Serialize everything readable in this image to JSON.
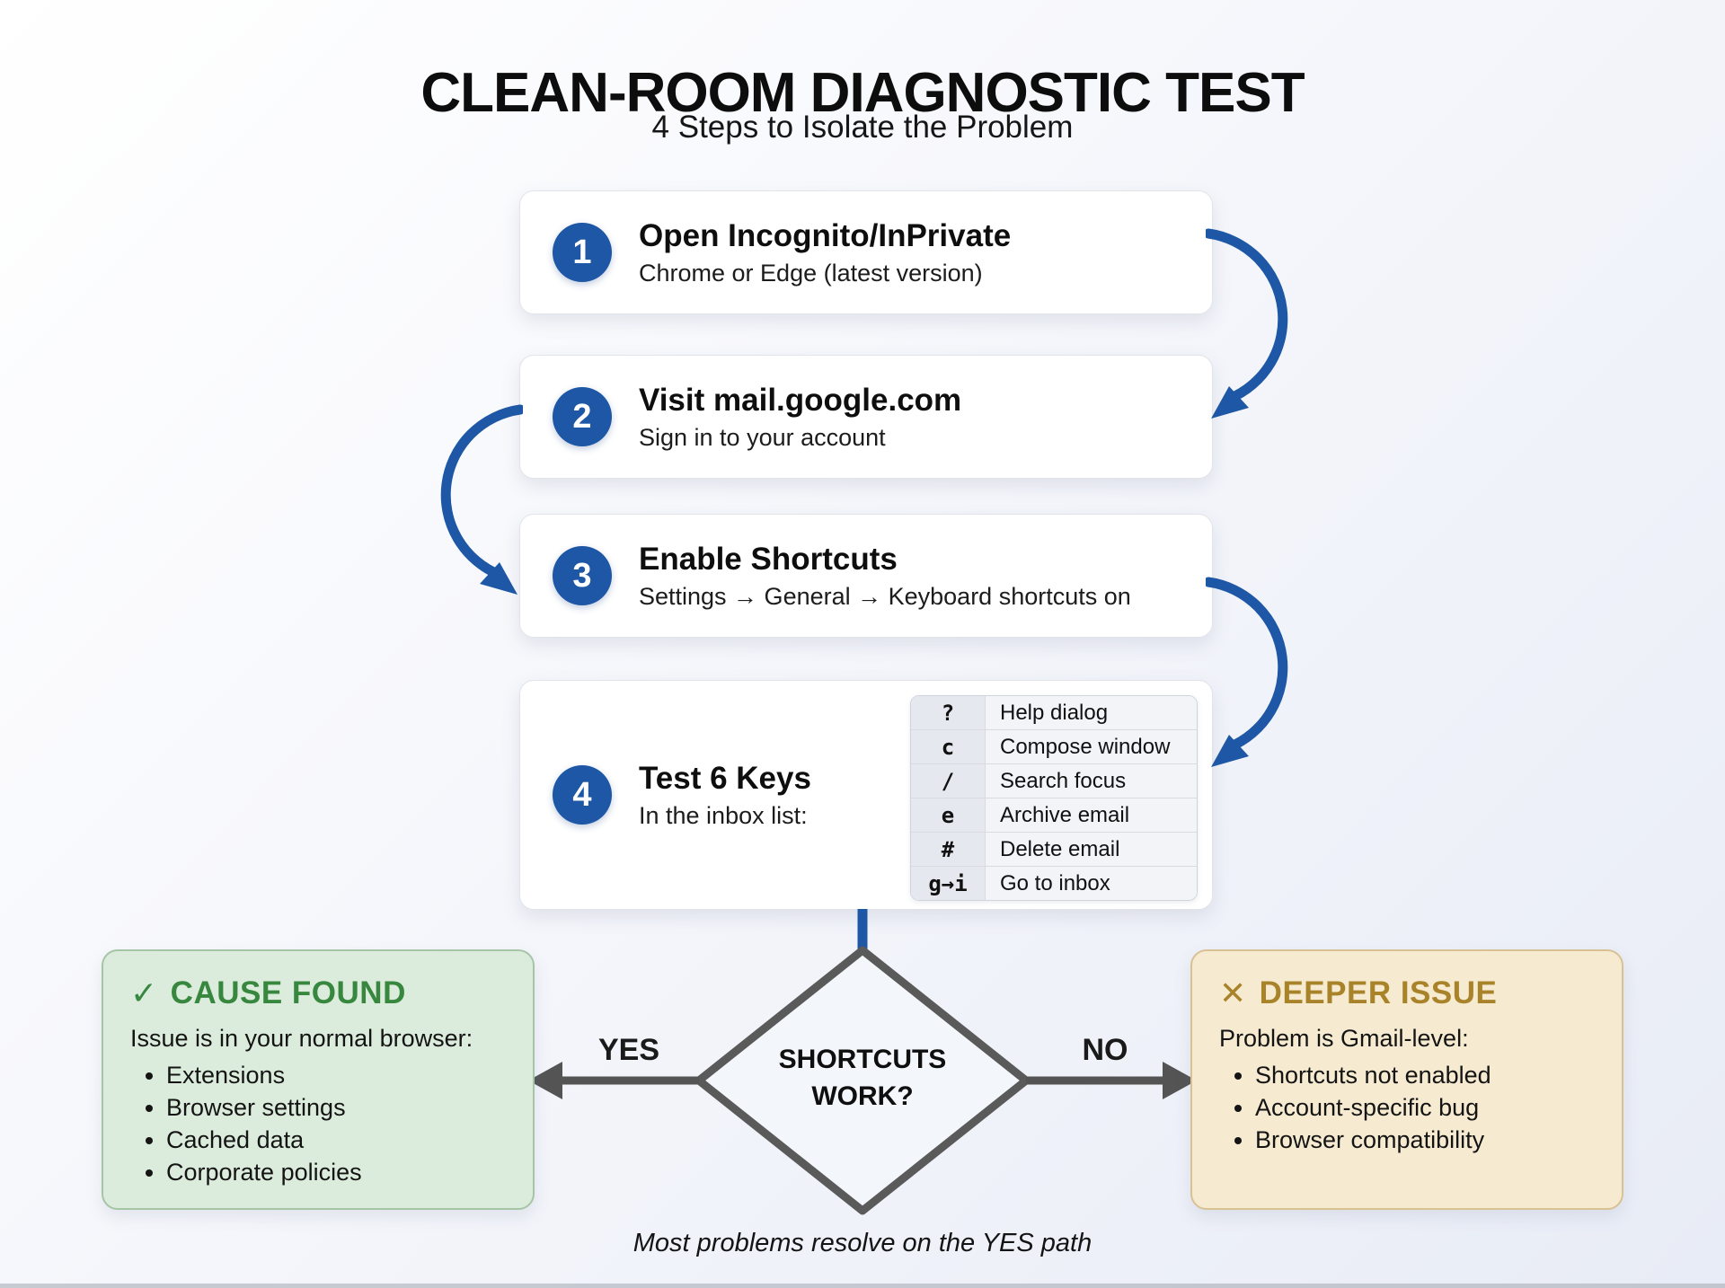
{
  "title": "CLEAN-ROOM DIAGNOSTIC TEST",
  "subtitle": "4 Steps to Isolate the Problem",
  "steps": [
    {
      "number": "1",
      "title": "Open Incognito/InPrivate",
      "subtitle": "Chrome or Edge (latest version)"
    },
    {
      "number": "2",
      "title": "Visit mail.google.com",
      "subtitle": "Sign in to your account"
    },
    {
      "number": "3",
      "title": "Enable Shortcuts",
      "subtitle": "Settings → General → Keyboard shortcuts on"
    },
    {
      "number": "4",
      "title": "Test 6 Keys",
      "subtitle": "In the inbox list:"
    }
  ],
  "shortcut_table": {
    "rows": [
      {
        "key": "?",
        "action": "Help dialog"
      },
      {
        "key": "c",
        "action": "Compose window"
      },
      {
        "key": "/",
        "action": "Search focus"
      },
      {
        "key": "e",
        "action": "Archive email"
      },
      {
        "key": "#",
        "action": "Delete email"
      },
      {
        "key": "g→i",
        "action": "Go to inbox"
      }
    ]
  },
  "decision": {
    "line1": "SHORTCUTS",
    "line2": "WORK?",
    "yes_label": "YES",
    "no_label": "NO"
  },
  "outcomes": {
    "yes": {
      "icon": "✓",
      "heading": "CAUSE FOUND",
      "intro": "Issue is in your normal browser:",
      "bullets": [
        "Extensions",
        "Browser settings",
        "Cached data",
        "Corporate policies"
      ]
    },
    "no": {
      "icon": "✕",
      "heading": "DEEPER ISSUE",
      "intro": "Problem is Gmail-level:",
      "bullets": [
        "Shortcuts not enabled",
        "Account-specific bug",
        "Browser compatibility"
      ]
    }
  },
  "footer_note": "Most problems resolve on the YES path",
  "colors": {
    "accent_blue": "#1d57a5",
    "diamond_gray": "#5a5a5a",
    "yes_green": "#38873f",
    "no_gold": "#a9832a",
    "yes_box_bg": "#dcecdc",
    "no_box_bg": "#f6ebd0"
  }
}
